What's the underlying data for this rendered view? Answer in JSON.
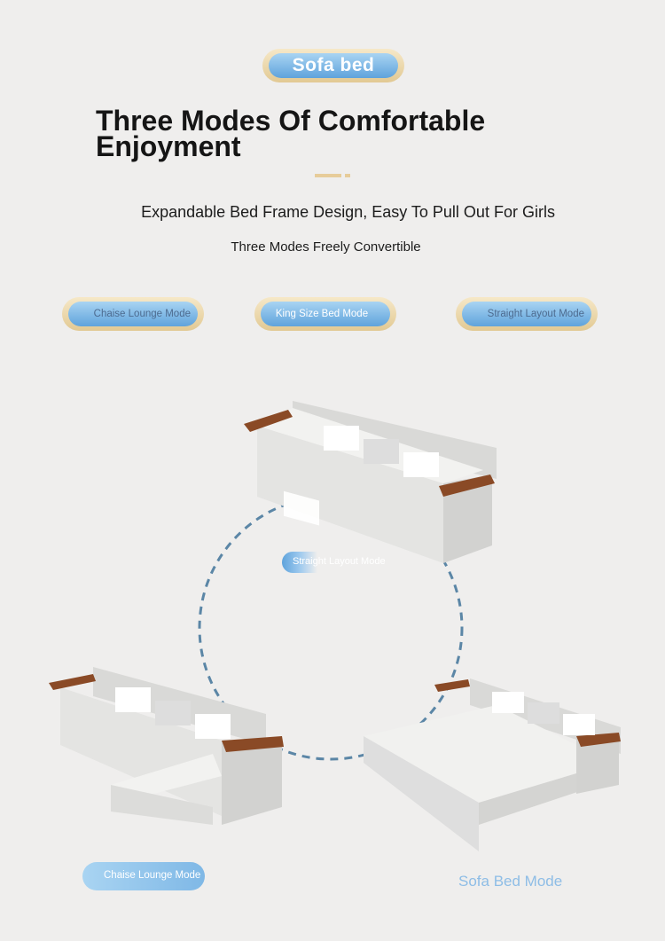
{
  "badge": "Sofa bed",
  "title": "Three Modes Of Comfortable Enjoyment",
  "subtitle": "Expandable Bed Frame Design, Easy To Pull Out For Girls",
  "tagline": "Three Modes Freely Convertible",
  "modes": [
    "Chaise Lounge Mode",
    "King Size Bed Mode",
    "Straight Layout Mode"
  ],
  "diagram_labels": {
    "straight": "Straight Layout Mode",
    "chaise": "Chaise Lounge Mode",
    "bed": "Sofa Bed Mode"
  },
  "colors": {
    "background": "#efeeed",
    "pill_blue": "#5fa3dc",
    "gold": "#e2c993",
    "dash": "#5b86a6",
    "wood": "#8a4a26"
  }
}
